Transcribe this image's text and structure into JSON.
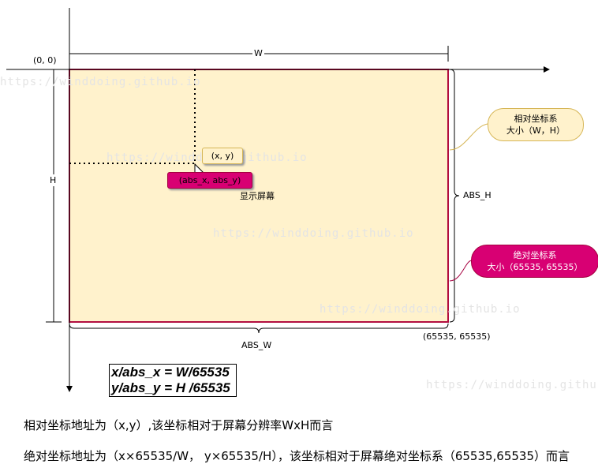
{
  "watermark": "https://winddoing.github.io",
  "labels": {
    "origin": "(0, 0)",
    "w": "W",
    "h": "H",
    "abs_w": "ABS_W",
    "abs_h": "ABS_H",
    "corner": "(65535, 65535)",
    "point": "(x, y)",
    "abs_point": "(abs_x, abs_y)",
    "screen": "显示屏幕"
  },
  "callouts": {
    "relative_line1": "相对坐标系",
    "relative_line2": "大小（W，H）",
    "absolute_line1": "绝对坐标系",
    "absolute_line2": "大小（65535, 65535）"
  },
  "formula": {
    "line1": "x/abs_x = W/65535",
    "line2": "y/abs_y = H /65535"
  },
  "descriptions": {
    "relative": "相对坐标地址为（x,y）,该坐标相对于屏幕分辨率WxH而言",
    "absolute": "绝对坐标地址为（x×65535/W， y×65535/H），该坐标相对于屏幕绝对坐标系（65535,65535）而言"
  },
  "colors": {
    "screen_fill": "#fff2cc",
    "screen_border": "#b20e3f",
    "callout_yellow": "#fff2cc",
    "callout_yellow_border": "#d6b656",
    "callout_pink": "#d80073",
    "callout_pink_border": "#a50040"
  }
}
